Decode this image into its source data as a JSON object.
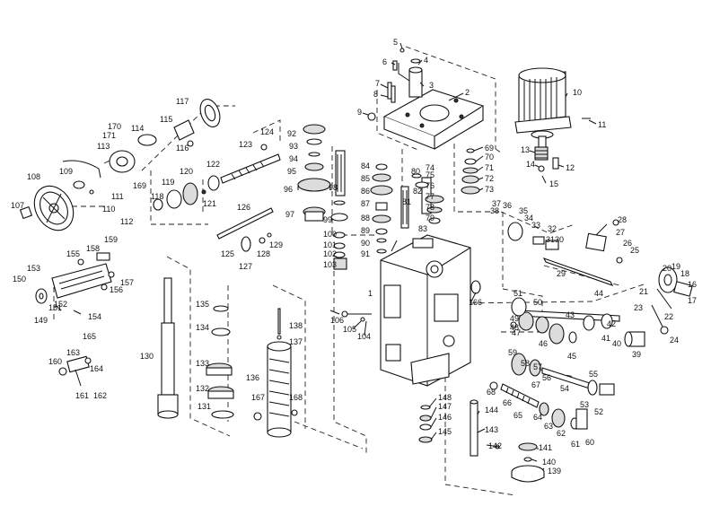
{
  "colors": {
    "ink": "#111111",
    "paper": "#ffffff",
    "shade": "#dcdcdc"
  },
  "callouts": [
    {
      "id": "5"
    },
    {
      "id": "6"
    },
    {
      "id": "4"
    },
    {
      "id": "7"
    },
    {
      "id": "3"
    },
    {
      "id": "8"
    },
    {
      "id": "2"
    },
    {
      "id": "9"
    },
    {
      "id": "10"
    },
    {
      "id": "11"
    },
    {
      "id": "13"
    },
    {
      "id": "12"
    },
    {
      "id": "14"
    },
    {
      "id": "15"
    },
    {
      "id": "69"
    },
    {
      "id": "70"
    },
    {
      "id": "71"
    },
    {
      "id": "72"
    },
    {
      "id": "73"
    },
    {
      "id": "74"
    },
    {
      "id": "75"
    },
    {
      "id": "76"
    },
    {
      "id": "77"
    },
    {
      "id": "78"
    },
    {
      "id": "79"
    },
    {
      "id": "80"
    },
    {
      "id": "82"
    },
    {
      "id": "81"
    },
    {
      "id": "84"
    },
    {
      "id": "85"
    },
    {
      "id": "86"
    },
    {
      "id": "87"
    },
    {
      "id": "88"
    },
    {
      "id": "89"
    },
    {
      "id": "90"
    },
    {
      "id": "91"
    },
    {
      "id": "83"
    },
    {
      "id": "92"
    },
    {
      "id": "93"
    },
    {
      "id": "94"
    },
    {
      "id": "95"
    },
    {
      "id": "96"
    },
    {
      "id": "97"
    },
    {
      "id": "98"
    },
    {
      "id": "99"
    },
    {
      "id": "100"
    },
    {
      "id": "101"
    },
    {
      "id": "102"
    },
    {
      "id": "103"
    },
    {
      "id": "117"
    },
    {
      "id": "115"
    },
    {
      "id": "114"
    },
    {
      "id": "116"
    },
    {
      "id": "170"
    },
    {
      "id": "171"
    },
    {
      "id": "113"
    },
    {
      "id": "108"
    },
    {
      "id": "109"
    },
    {
      "id": "111"
    },
    {
      "id": "110"
    },
    {
      "id": "112"
    },
    {
      "id": "169"
    },
    {
      "id": "107"
    },
    {
      "id": "124"
    },
    {
      "id": "123"
    },
    {
      "id": "122"
    },
    {
      "id": "120"
    },
    {
      "id": "119"
    },
    {
      "id": "118"
    },
    {
      "id": "121"
    },
    {
      "id": "126"
    },
    {
      "id": "125"
    },
    {
      "id": "127"
    },
    {
      "id": "128"
    },
    {
      "id": "129"
    },
    {
      "id": "159"
    },
    {
      "id": "158"
    },
    {
      "id": "155"
    },
    {
      "id": "153"
    },
    {
      "id": "157"
    },
    {
      "id": "156"
    },
    {
      "id": "150"
    },
    {
      "id": "151"
    },
    {
      "id": "152"
    },
    {
      "id": "149"
    },
    {
      "id": "154"
    },
    {
      "id": "165"
    },
    {
      "id": "163"
    },
    {
      "id": "160"
    },
    {
      "id": "164"
    },
    {
      "id": "161"
    },
    {
      "id": "162"
    },
    {
      "id": "130"
    },
    {
      "id": "135"
    },
    {
      "id": "134"
    },
    {
      "id": "133"
    },
    {
      "id": "132"
    },
    {
      "id": "131"
    },
    {
      "id": "138"
    },
    {
      "id": "137"
    },
    {
      "id": "136"
    },
    {
      "id": "167"
    },
    {
      "id": "168"
    },
    {
      "id": "1"
    },
    {
      "id": "106"
    },
    {
      "id": "105"
    },
    {
      "id": "104"
    },
    {
      "id": "166"
    },
    {
      "id": "148"
    },
    {
      "id": "147"
    },
    {
      "id": "146"
    },
    {
      "id": "145"
    },
    {
      "id": "144"
    },
    {
      "id": "143"
    },
    {
      "id": "142"
    },
    {
      "id": "141"
    },
    {
      "id": "140"
    },
    {
      "id": "139"
    },
    {
      "id": "37"
    },
    {
      "id": "38"
    },
    {
      "id": "36"
    },
    {
      "id": "35"
    },
    {
      "id": "34"
    },
    {
      "id": "33"
    },
    {
      "id": "32"
    },
    {
      "id": "31"
    },
    {
      "id": "30"
    },
    {
      "id": "28"
    },
    {
      "id": "27"
    },
    {
      "id": "26"
    },
    {
      "id": "25"
    },
    {
      "id": "29"
    },
    {
      "id": "20"
    },
    {
      "id": "19"
    },
    {
      "id": "18"
    },
    {
      "id": "16"
    },
    {
      "id": "21"
    },
    {
      "id": "22"
    },
    {
      "id": "17"
    },
    {
      "id": "23"
    },
    {
      "id": "24"
    },
    {
      "id": "44"
    },
    {
      "id": "51"
    },
    {
      "id": "50"
    },
    {
      "id": "49"
    },
    {
      "id": "48"
    },
    {
      "id": "47"
    },
    {
      "id": "46"
    },
    {
      "id": "45"
    },
    {
      "id": "43"
    },
    {
      "id": "42"
    },
    {
      "id": "41"
    },
    {
      "id": "40"
    },
    {
      "id": "39"
    },
    {
      "id": "59"
    },
    {
      "id": "58"
    },
    {
      "id": "57"
    },
    {
      "id": "56"
    },
    {
      "id": "55"
    },
    {
      "id": "54"
    },
    {
      "id": "53"
    },
    {
      "id": "52"
    },
    {
      "id": "68"
    },
    {
      "id": "67"
    },
    {
      "id": "66"
    },
    {
      "id": "65"
    },
    {
      "id": "64"
    },
    {
      "id": "63"
    },
    {
      "id": "62"
    },
    {
      "id": "61"
    },
    {
      "id": "60"
    }
  ]
}
